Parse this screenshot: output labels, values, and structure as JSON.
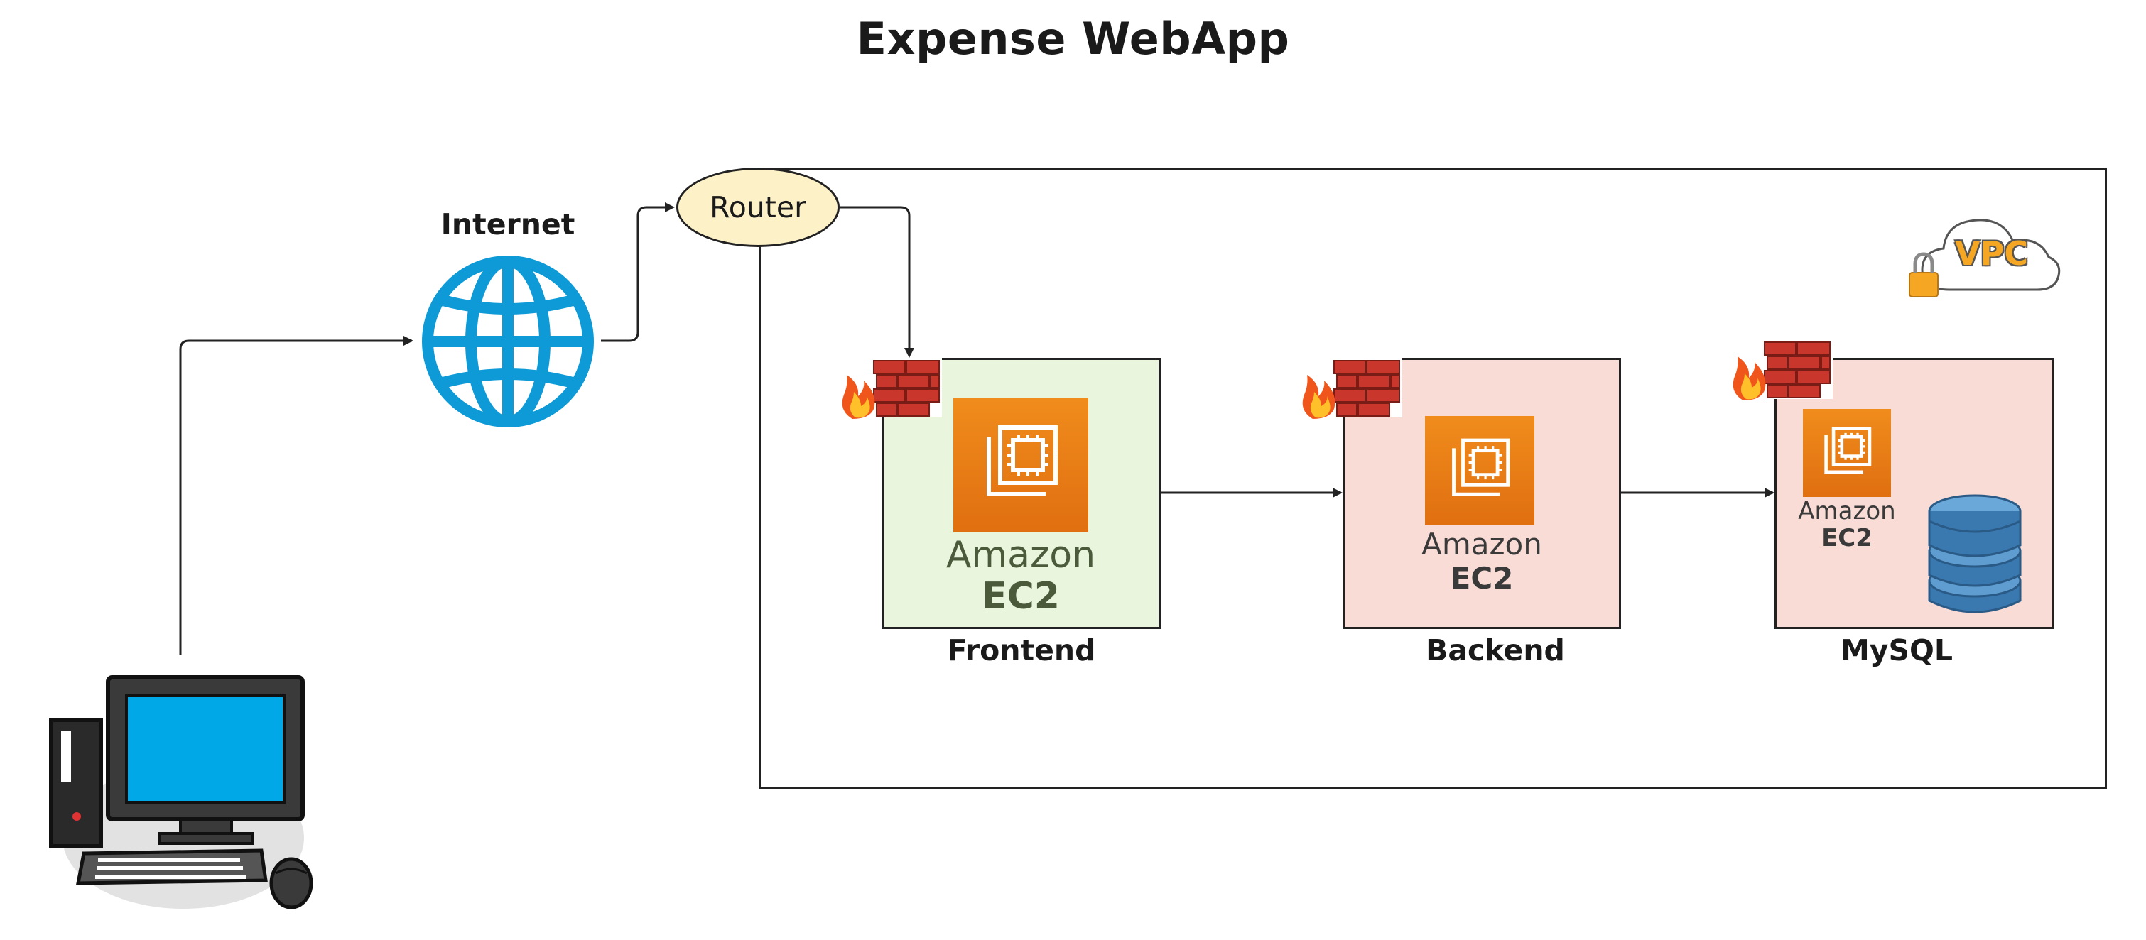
{
  "title": "Expense WebApp",
  "internet": {
    "label": "Internet",
    "icon": "globe-icon",
    "color": "#0e9ad7"
  },
  "router": {
    "label": "Router",
    "fill": "#fdf1c8"
  },
  "vpc": {
    "badge": "VPC",
    "badge_color": "#f5a623"
  },
  "nodes": [
    {
      "name": "Frontend",
      "amazon": "Amazon",
      "service": "EC2",
      "fill": "#e9f5dc"
    },
    {
      "name": "Backend",
      "amazon": "Amazon",
      "service": "EC2",
      "fill": "#f9dcd6"
    },
    {
      "name": "MySQL",
      "amazon": "Amazon",
      "service": "EC2",
      "fill": "#f9dcd6"
    }
  ],
  "colors": {
    "ec2_orange": "#e8861a",
    "globe_blue": "#0e9ad7",
    "firewall_red": "#c8362c"
  }
}
